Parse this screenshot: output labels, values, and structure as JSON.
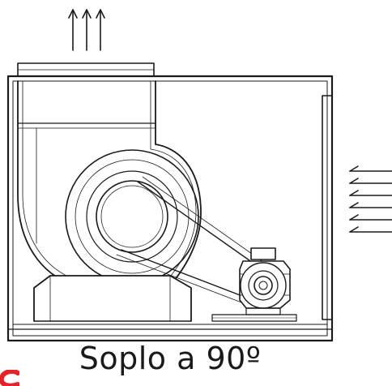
{
  "caption": "Soplo a 90º",
  "colors": {
    "line": "#1a1a1a",
    "background": "#ffffff",
    "brand": "#e3242b"
  },
  "airflow": {
    "outlet_arrows": 3,
    "inlet_arrows": 6,
    "outlet_direction": "up",
    "inlet_direction": "left"
  },
  "icons": {
    "outlet_arrow": "arrow-up-icon",
    "inlet_arrow": "arrow-left-icon",
    "brand": "brand-logo-icon"
  }
}
